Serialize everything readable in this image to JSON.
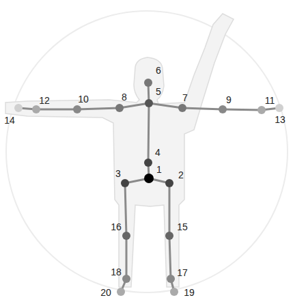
{
  "diagram": {
    "labels": [
      "6",
      "5",
      "12",
      "10",
      "8",
      "7",
      "9",
      "11",
      "14",
      "13",
      "4",
      "1",
      "3",
      "2",
      "16",
      "15",
      "18",
      "17",
      "20",
      "19"
    ]
  }
}
